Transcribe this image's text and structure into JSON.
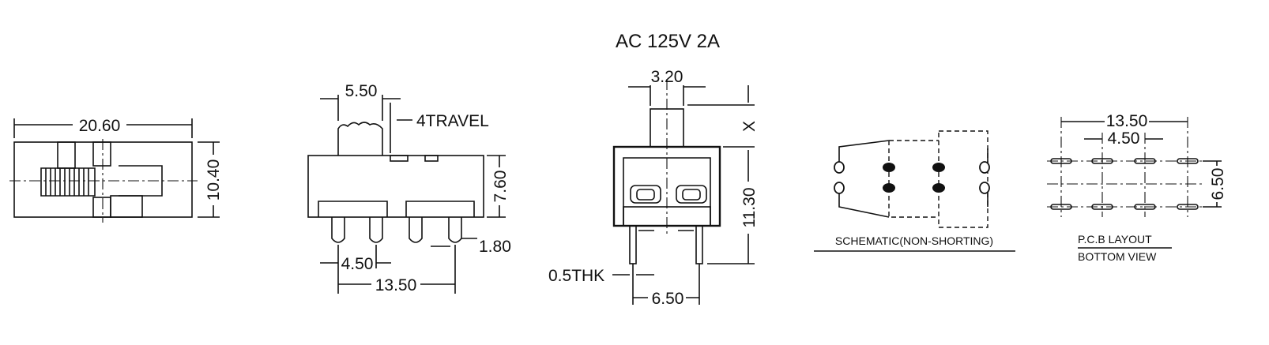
{
  "rating": "AC  125V  2A",
  "top_view": {
    "width": "20.60",
    "height": "10.40"
  },
  "side_view": {
    "knob": "5.50",
    "travel": "4TRAVEL",
    "height": "7.60",
    "pin_len": "1.80",
    "pitch": "4.50",
    "span": "13.50"
  },
  "end_view": {
    "knob": "3.20",
    "x_label": "X",
    "height": "11.30",
    "thickness": "0.5THK",
    "pin_span": "6.50"
  },
  "schematic": {
    "label": "SCHEMATIC(NON-SHORTING)"
  },
  "pcb": {
    "span": "13.50",
    "pitch": "4.50",
    "row": "6.50",
    "label1": "P.C.B LAYOUT",
    "label2": "BOTTOM VIEW"
  }
}
